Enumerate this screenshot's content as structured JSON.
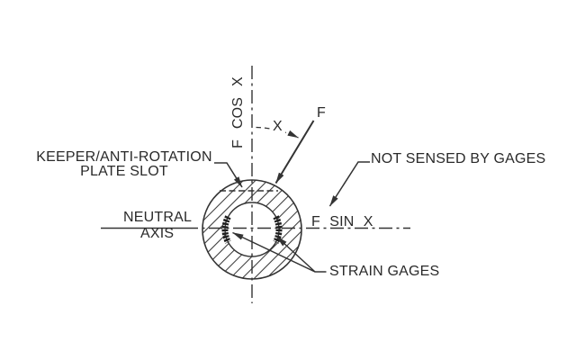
{
  "colors": {
    "background": "#ffffff",
    "line": "#333333",
    "text": "#2a2a2a",
    "gage": "#1f1f1f"
  },
  "labels": {
    "f_cos_x": "F COS X",
    "angle_x": "X",
    "force_f": "F",
    "keeper_line1": "KEEPER/ANTI-ROTATION",
    "keeper_line2": "PLATE SLOT",
    "not_sensed": "NOT SENSED BY GAGES",
    "neutral_line1": "NEUTRAL",
    "neutral_line2": "AXIS",
    "f_sin_x": "F SIN X",
    "strain_gages": "STRAIN GAGES"
  }
}
